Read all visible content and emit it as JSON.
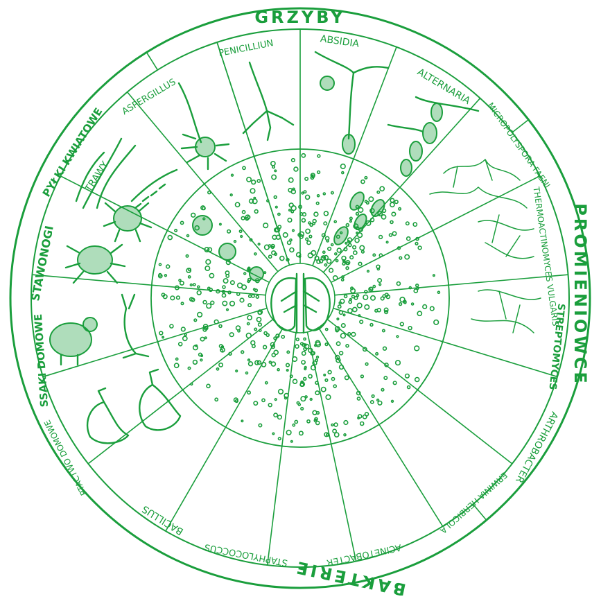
{
  "accent_color": "#1a9e3c",
  "groups": {
    "fungi": "GRZYBY",
    "actinomycetes": "PROMIENIOWCE",
    "bacteria": "BAKTERIE"
  },
  "sectors": [
    {
      "id": "penicillium",
      "label": "PENICILLIUN"
    },
    {
      "id": "absidia",
      "label": "ABSIDIA"
    },
    {
      "id": "alternaria",
      "label": "ALTERNARIA"
    },
    {
      "id": "micropolyspora",
      "label": "MICROPOLYSPORA FAENI"
    },
    {
      "id": "thermoactinomyces",
      "label": "THERMOACTINOMYCES VULGARIS"
    },
    {
      "id": "streptomyces",
      "label": "STREPTOMYCES"
    },
    {
      "id": "arthrobacter",
      "label": "ARTHROBACTER"
    },
    {
      "id": "erwinia",
      "label": "ERWINIA HERBICOLA"
    },
    {
      "id": "acinetobacter",
      "label": "ACINETOBACTER"
    },
    {
      "id": "staphylococcus",
      "label": "STAPHYLOCOCCUS"
    },
    {
      "id": "bacillus",
      "label": "BACILLUS"
    },
    {
      "id": "ptactwo",
      "label": "PTACTWO DOMOWE"
    },
    {
      "id": "ssaki",
      "label": "SSAKI DOMOWE"
    },
    {
      "id": "stawonogi",
      "label": "STAWONOGI"
    },
    {
      "id": "pylki",
      "label": "PYŁKI KWIATOWE"
    },
    {
      "id": "trawy",
      "label": "TRAWY"
    },
    {
      "id": "aspergillus",
      "label": "ASPERGILLUS"
    }
  ]
}
